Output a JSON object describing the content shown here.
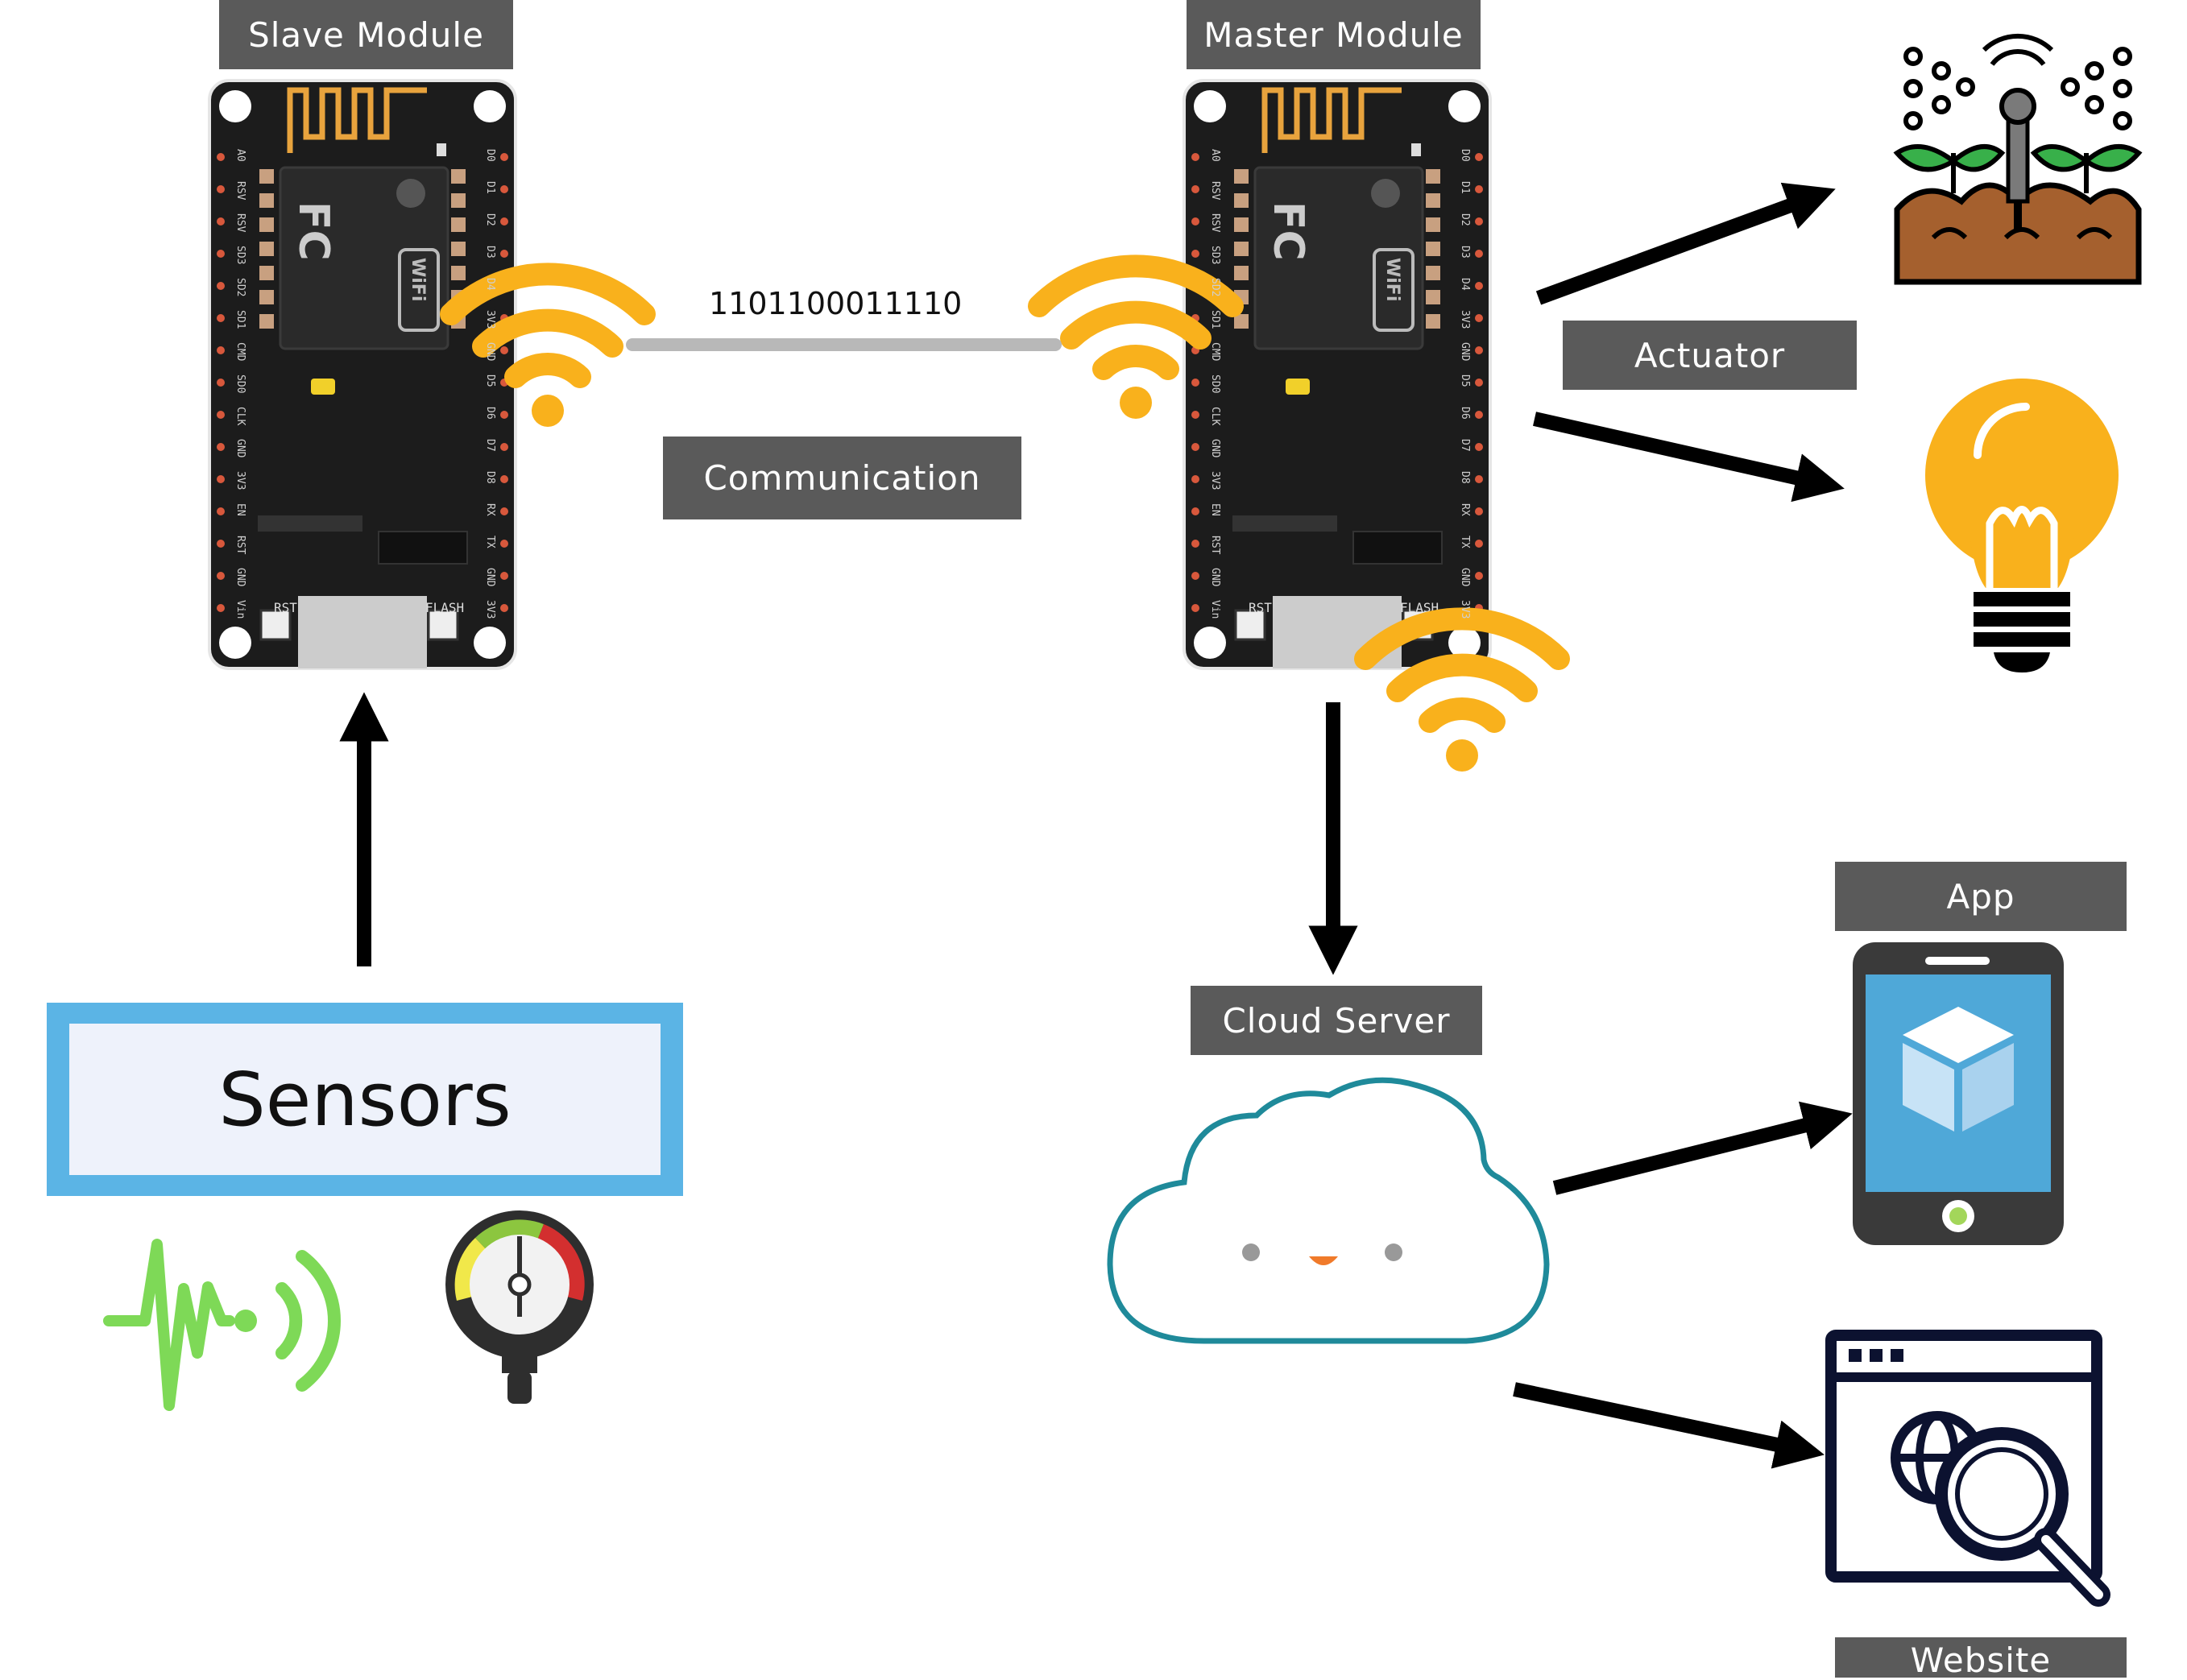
{
  "labels": {
    "slave_module": "Slave Module",
    "master_module": "Master Module",
    "communication": "Communication",
    "bit_stream": "1101100011110",
    "actuator": "Actuator",
    "cloud_server": "Cloud Server",
    "app": "App",
    "website": "Website",
    "sensors": "Sensors"
  },
  "board_text": {
    "pin_left": [
      "D0",
      "D1",
      "D2",
      "D3",
      "D4",
      "3V3",
      "GND",
      "D5",
      "D6",
      "D7",
      "D8",
      "RX",
      "TX",
      "GND",
      "3V3"
    ],
    "pin_right": [
      "A0",
      "RSV",
      "RSV",
      "SD3",
      "SD2",
      "SD1",
      "CMD",
      "SD0",
      "CLK",
      "GND",
      "3V3",
      "EN",
      "RST",
      "GND",
      "Vin"
    ],
    "chip": "FC",
    "wifi_badge": "WiFi",
    "rst": "RST",
    "flash": "FLASH"
  },
  "colors": {
    "label_bg": "#5a5a5a",
    "wifi": "#f9b11c",
    "board": "#1c1c1c",
    "sensor_frame": "#5bb4e5",
    "sensor_icon_green": "#7ed957",
    "cloud_stroke": "#1f8a9a",
    "phone_screen": "#4fa8d8",
    "bulb": "#f9b11c"
  },
  "icons": [
    "esp8266-board-icon",
    "wifi-icon",
    "sprinkler-plant-icon",
    "light-bulb-icon",
    "cloud-icon",
    "smartphone-icon",
    "web-browser-search-icon",
    "heartbeat-signal-icon",
    "pressure-gauge-icon"
  ]
}
